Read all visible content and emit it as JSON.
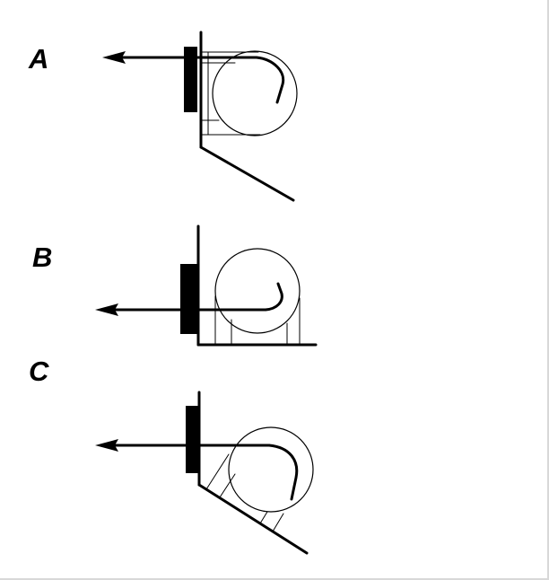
{
  "panels": [
    {
      "id": "A",
      "label": "A"
    },
    {
      "id": "B",
      "label": "B"
    },
    {
      "id": "C",
      "label": "C"
    }
  ],
  "colors": {
    "ink": "#000000",
    "background": "#ffffff"
  }
}
